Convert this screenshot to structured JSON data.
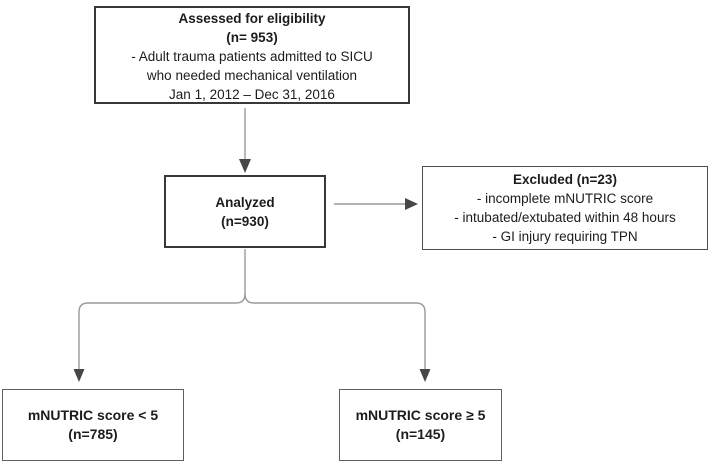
{
  "diagram": {
    "boxes": {
      "eligibility": {
        "title": "Assessed for eligibility",
        "count": "(n= 953)",
        "details": [
          "- Adult trauma patients admitted to SICU",
          "who needed mechanical ventilation",
          "Jan 1, 2012 – Dec 31, 2016"
        ]
      },
      "analyzed": {
        "title": "Analyzed",
        "count": "(n=930)"
      },
      "excluded": {
        "title": "Excluded (n=23)",
        "details": [
          "- incomplete mNUTRIC score",
          "- intubated/extubated within 48 hours",
          "- GI injury requiring TPN"
        ]
      },
      "mnutric_low": {
        "title": "mNUTRIC score < 5",
        "count": "(n=785)"
      },
      "mnutric_high": {
        "title": "mNUTRIC score ≥ 5",
        "count": "(n=145)"
      }
    },
    "colors": {
      "background": "#ffffff",
      "box_border_dark": "#383838",
      "box_border_light": "#5f5f5f",
      "text": "#1c1c1c",
      "connector_line": "#9a9a9a",
      "arrowhead": "#474747"
    }
  }
}
